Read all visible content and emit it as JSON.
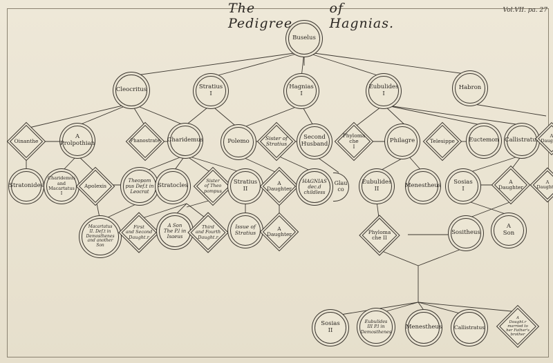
{
  "header": {
    "title_part1": "The Pedigree",
    "title_part2": "of Hagnias.",
    "volume": "Vol.VII. pa. 27"
  },
  "nodes": {
    "buselus": "Buselus",
    "cleocritus": "Cleocritus",
    "stratius1": "Stratius\nI",
    "hagnias1": "Hagnias\nI",
    "eubulides1": "Eubulides\nI",
    "habron": "Habron",
    "oinanthe": "Oinanthe",
    "prolpothian": "A\nProlpothian",
    "phanostrate": "Phanostrate",
    "charidemus": "Charidemus",
    "polemo": "Polemo",
    "sister_stratius": "Sister of\nStratius",
    "second_husband": "Second\nHusband",
    "phylomache1": "Phyloma\nche\nI",
    "philagre": "Philagre",
    "telesippe": "Telesippe",
    "euctemon": "Euctemon",
    "callistratus": "Callistratus",
    "a_daughter_right": "A\nDaughter",
    "stratonides": "Stratonides",
    "charidemus_macartatus": "Charidemus\nand\nMacartatus\nI",
    "apolexis": "Apolexis",
    "theopompus": "Theopom\npus Def.t in\nLeocrat",
    "stratocles": "Stratocles",
    "sister_theopompus": "Sister\nof Theo\npompus",
    "stratius2": "Stratius\nII",
    "a_daughter1": "A\nDaughter",
    "hagnias_childless": "HAGNIAS\ndec.d\nchildless",
    "glaucon": "Glau\nco",
    "eubulides2": "Eubulides\nII",
    "menestheus": "Menestheus",
    "sosias1": "Sosias\nI",
    "a_daughter2": "A\nDaughter",
    "a_daughter_edge": "A\nDaughter",
    "macartatus2": "Macartatus\nII. Def.t in\nDemosthenes\nand another\nSon",
    "first_second_daughter": "First\nand Second\nDaught.r",
    "a_son_the_pl": "A Son\nThe P.l in\nIsaeus",
    "third_fourth_daughter": "Third\nand Fourth\nDaught.r",
    "issue_stratius": "Issue of\nStratius",
    "a_daughter3": "A\nDaughter",
    "phylomache2": "Phyloma\nche II",
    "sositheus": "Sositheus",
    "a_son": "A\nSon",
    "sosias2": "Sosias\nII",
    "eubulides3": "Eubulides\nIII P.l in\nDemosthenes",
    "menestheus2": "Menestheus",
    "callistratus2": "Callistratus",
    "a_daughter_married": "A\nDaught.r\nmarried to\nher Father's\nbrother"
  }
}
